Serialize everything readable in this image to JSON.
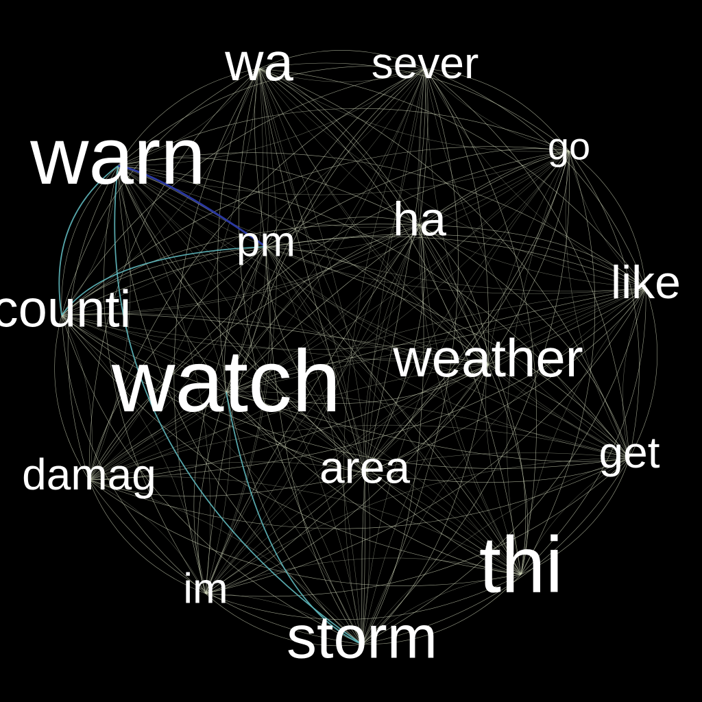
{
  "network": {
    "nodes": [
      {
        "id": "warn",
        "label": "warn",
        "weight": 10
      },
      {
        "id": "watch",
        "label": "watch",
        "weight": 9
      },
      {
        "id": "thi",
        "label": "thi",
        "weight": 7
      },
      {
        "id": "storm",
        "label": "storm",
        "weight": 6
      },
      {
        "id": "weather",
        "label": "weather",
        "weight": 5
      },
      {
        "id": "wa",
        "label": "wa",
        "weight": 5
      },
      {
        "id": "sever",
        "label": "sever",
        "weight": 4
      },
      {
        "id": "counti",
        "label": "counti",
        "weight": 4
      },
      {
        "id": "like",
        "label": "like",
        "weight": 4
      },
      {
        "id": "get",
        "label": "get",
        "weight": 4
      },
      {
        "id": "damag",
        "label": "damag",
        "weight": 4
      },
      {
        "id": "area",
        "label": "area",
        "weight": 4
      },
      {
        "id": "ha",
        "label": "ha",
        "weight": 4
      },
      {
        "id": "go",
        "label": "go",
        "weight": 3
      },
      {
        "id": "pm",
        "label": "pm",
        "weight": 3
      },
      {
        "id": "im",
        "label": "im",
        "weight": 3
      }
    ],
    "strong_links": [
      {
        "source": "warn",
        "target": "pm",
        "strength": "strongest"
      },
      {
        "source": "warn",
        "target": "counti",
        "strength": "strong"
      },
      {
        "source": "counti",
        "target": "pm",
        "strength": "strong"
      },
      {
        "source": "warn",
        "target": "storm",
        "strength": "strong"
      },
      {
        "source": "watch",
        "target": "storm",
        "strength": "strong"
      }
    ],
    "colors": {
      "background": "#000000",
      "label": "#ffffff",
      "edge_weak": "#d6dcbf",
      "edge_strong": "#5fb8bd",
      "edge_strongest": "#2b3aa8"
    }
  }
}
